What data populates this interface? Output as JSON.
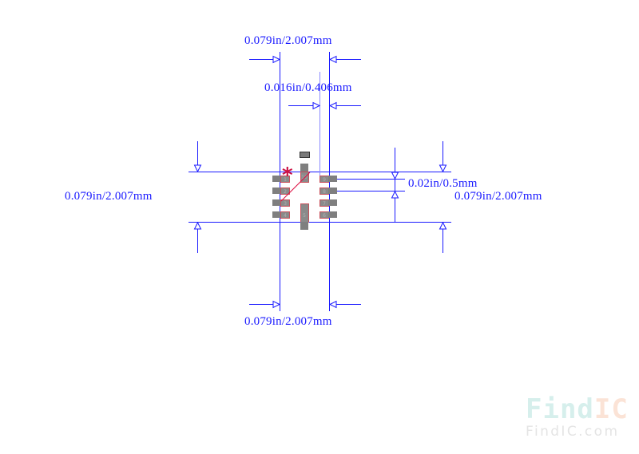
{
  "diagram": {
    "type": "IC footprint (PCB land pattern) with dimension annotations",
    "package": "12-pad leadless package with 1 pin-1 marker",
    "colors": {
      "dimension_lines": "#1a1aff",
      "pad_fill": "#808080",
      "pad_outline": "#c8505a",
      "pin1_marker": "#cc1144",
      "background": "#ffffff"
    },
    "pin1_marker_glyph": "*",
    "dimensions": {
      "top_width": "0.079in/2.007mm",
      "pad_width": "0.016in/0.406mm",
      "left_height": "0.079in/2.007mm",
      "pitch": "0.02in/0.5mm",
      "right_height": "0.079in/2.007mm",
      "bottom_width": "0.079in/2.007mm"
    }
  },
  "watermark": {
    "logo_part1": "Find",
    "logo_part2": "IC",
    "url": "FindIC.com"
  }
}
